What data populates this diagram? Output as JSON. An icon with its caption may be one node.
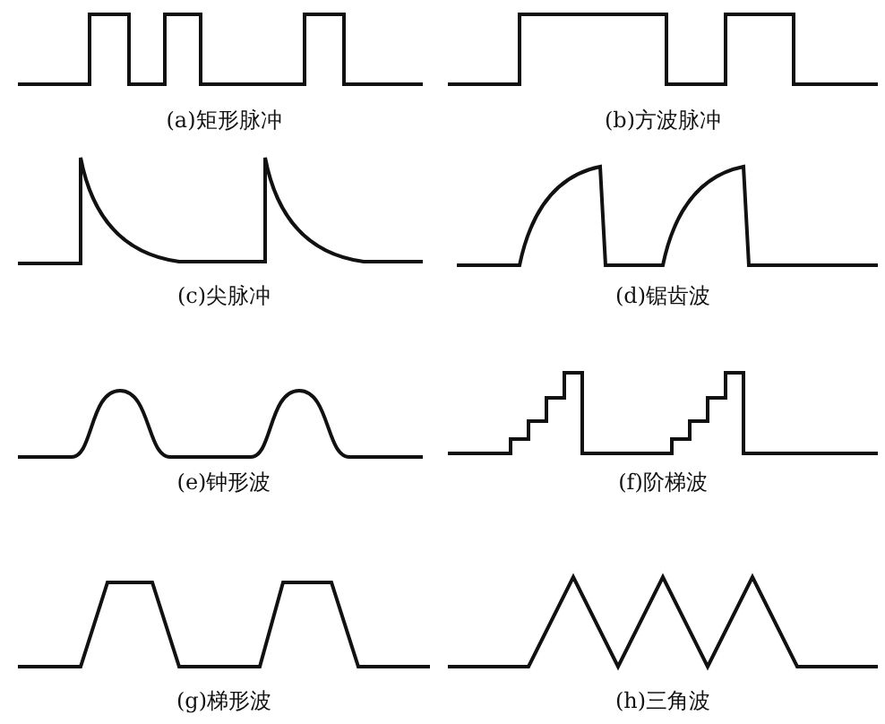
{
  "diagram": {
    "labels": [
      "(a)矩形脉冲",
      "(b)方波脉冲",
      "(c)尖脉冲",
      "(d)锯齿波",
      "(e)钟形波",
      "(f)阶梯波",
      "(g)梯形波",
      "(h)三角波"
    ]
  }
}
